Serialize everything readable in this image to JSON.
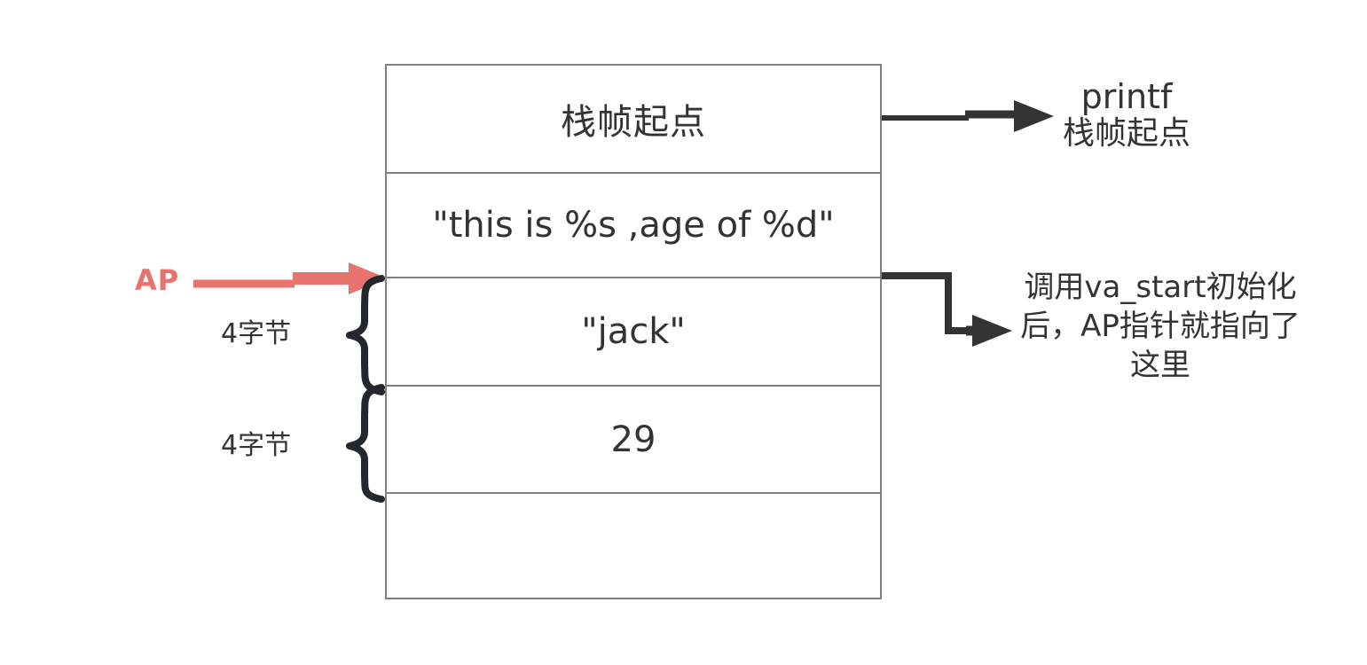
{
  "diagram": {
    "title": "printf stack frame / va_start illustration",
    "colors": {
      "border": "#808080",
      "text": "#333333",
      "arrow_dark": "#333333",
      "ap_accent": "#e8736c",
      "background": "#ffffff"
    },
    "stack": {
      "rows": [
        {
          "id": "frame-start",
          "label": "栈帧起点"
        },
        {
          "id": "format-string",
          "label": "\"this is %s ,age of %d\""
        },
        {
          "id": "arg-name",
          "label": "\"jack\""
        },
        {
          "id": "arg-age",
          "label": "29"
        },
        {
          "id": "empty",
          "label": ""
        }
      ]
    },
    "left": {
      "ap_pointer_label": "AP",
      "size_labels": [
        {
          "id": "size-jack",
          "label": "4字节"
        },
        {
          "id": "size-age",
          "label": "4字节"
        }
      ]
    },
    "right": {
      "printf_note": {
        "line1": "printf",
        "line2": "栈帧起点"
      },
      "vastart_note": "调用va_start初始化后，AP指针就指向了这里"
    }
  }
}
